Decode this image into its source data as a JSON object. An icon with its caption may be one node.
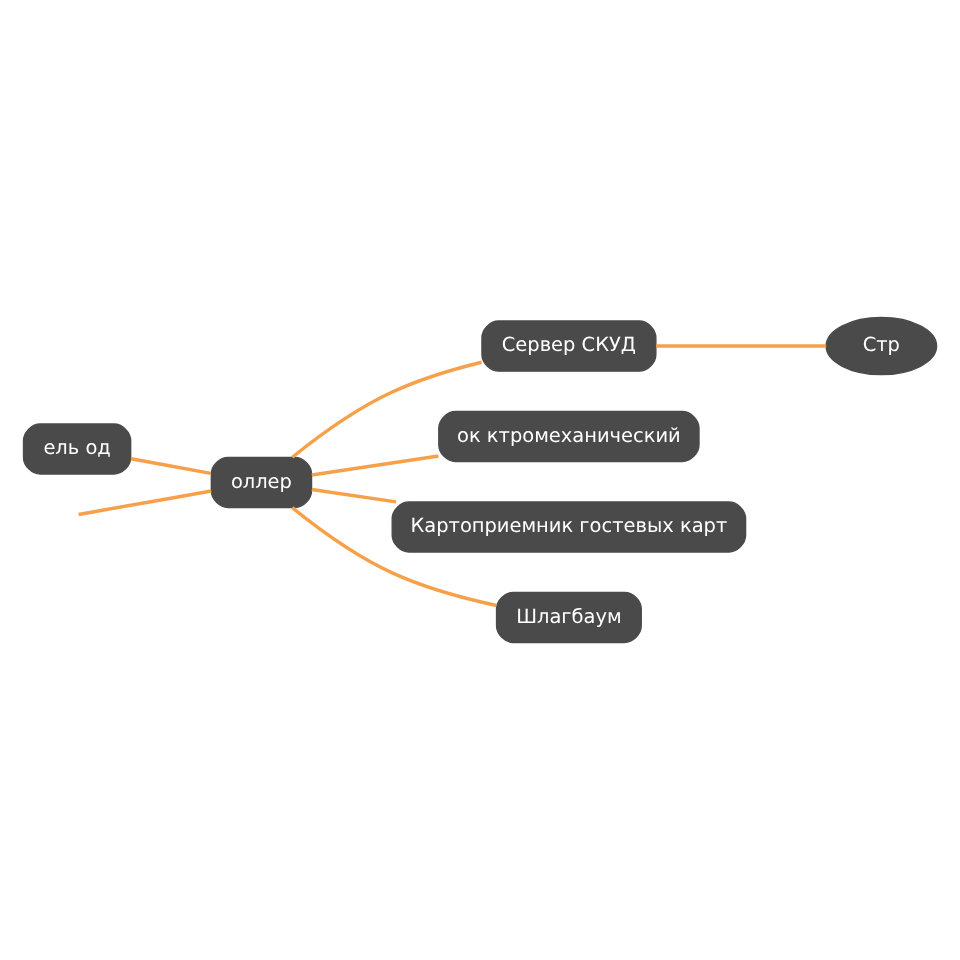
{
  "diagram": {
    "nodes": [
      {
        "text": [
          "ель од"
        ]
      },
      {
        "text": [
          "Сервер СКУД"
        ]
      },
      {
        "text": [
          "Стр"
        ]
      },
      {
        "text": [
          "оллер"
        ]
      },
      {
        "text": [
          "ок ктромеханический"
        ]
      },
      {
        "text": [
          "Картоприемник гостевых карт"
        ]
      },
      {
        "text": [
          "Шлагбаум"
        ]
      }
    ],
    "edges": [
      {
        "from": 0,
        "to": 3,
        "arrow": "none"
      },
      {
        "from": 3,
        "to": 1,
        "arrow": "none"
      },
      {
        "from": 1,
        "to": 2,
        "arrow": "none"
      },
      {
        "from": 3,
        "to": 6,
        "arrow": "none"
      },
      {
        "from": 3,
        "to": 5,
        "arrow": "none"
      },
      {
        "from": 3,
        "to": 4,
        "arrow": "none"
      },
      {
        "from": null,
        "to": 3,
        "arrow": "none"
      }
    ]
  }
}
